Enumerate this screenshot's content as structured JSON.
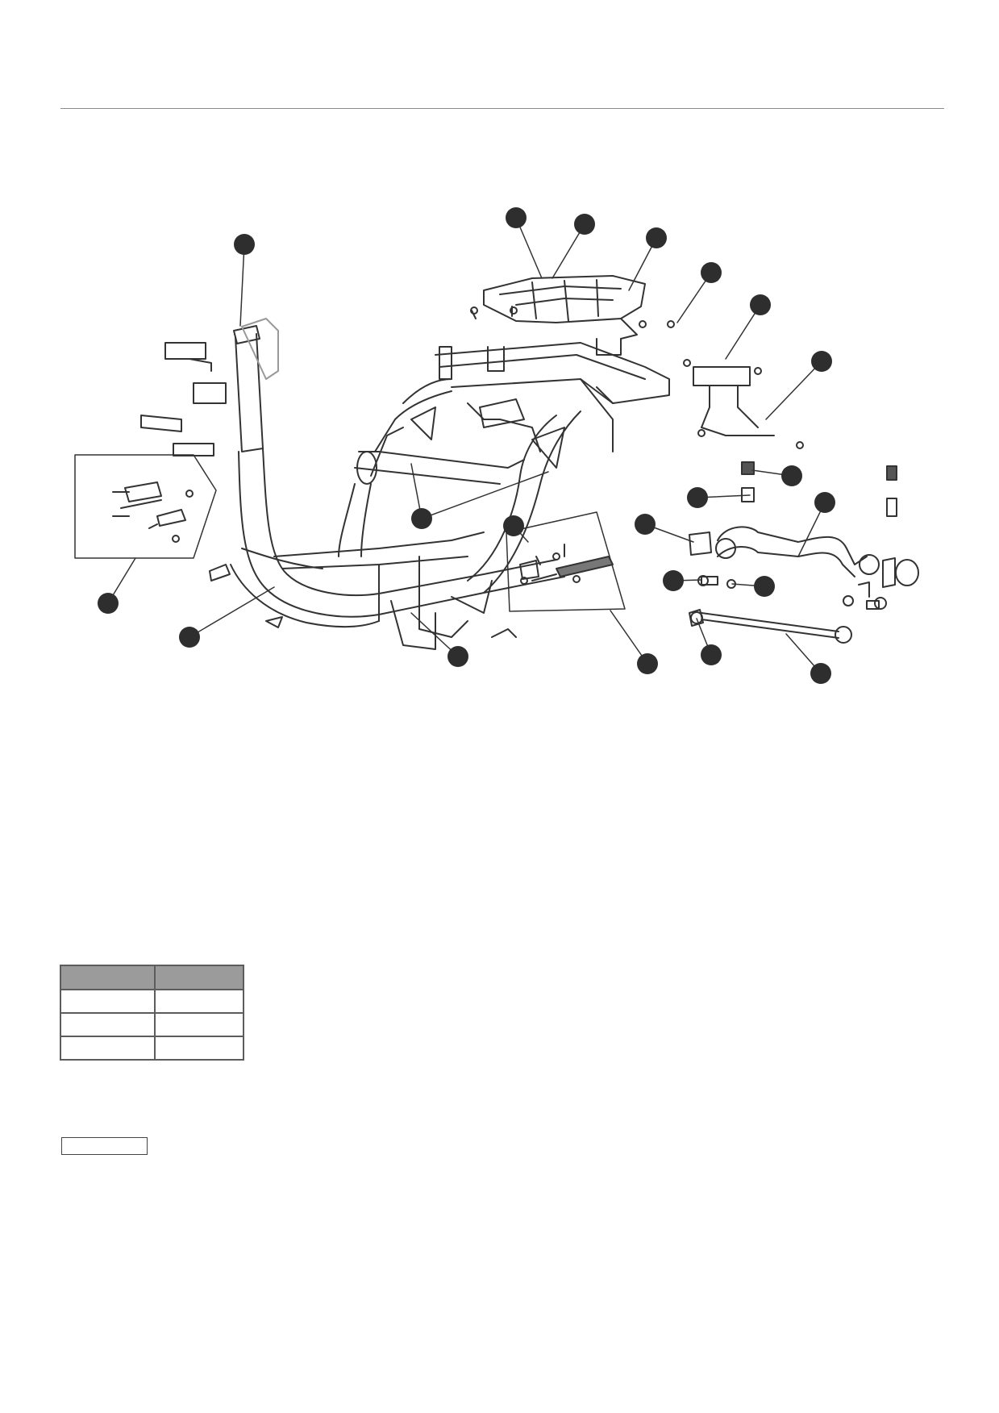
{
  "colors": {
    "callout_fill": "#2e2e2e",
    "line": "#333333",
    "rule": "#8a8a8a",
    "table_header_fill": "#9b9b9b"
  },
  "diagram": {
    "callouts": [
      {
        "id": "callout-1",
        "label": ""
      },
      {
        "id": "callout-2",
        "label": ""
      },
      {
        "id": "callout-3",
        "label": ""
      },
      {
        "id": "callout-4",
        "label": ""
      },
      {
        "id": "callout-5",
        "label": ""
      },
      {
        "id": "callout-6",
        "label": ""
      },
      {
        "id": "callout-7",
        "label": ""
      },
      {
        "id": "callout-8",
        "label": ""
      },
      {
        "id": "callout-9",
        "label": ""
      },
      {
        "id": "callout-10",
        "label": ""
      },
      {
        "id": "callout-11",
        "label": ""
      },
      {
        "id": "callout-12",
        "label": ""
      },
      {
        "id": "callout-13",
        "label": ""
      },
      {
        "id": "callout-14",
        "label": ""
      },
      {
        "id": "callout-15",
        "label": ""
      },
      {
        "id": "callout-16",
        "label": ""
      },
      {
        "id": "callout-17",
        "label": ""
      },
      {
        "id": "callout-18",
        "label": ""
      },
      {
        "id": "callout-19",
        "label": ""
      },
      {
        "id": "callout-20",
        "label": ""
      },
      {
        "id": "callout-21",
        "label": ""
      },
      {
        "id": "callout-22",
        "label": ""
      },
      {
        "id": "callout-23",
        "label": ""
      },
      {
        "id": "callout-24",
        "label": ""
      }
    ]
  },
  "table": {
    "header": [
      "",
      ""
    ],
    "rows": [
      [
        "",
        ""
      ],
      [
        "",
        ""
      ],
      [
        "",
        ""
      ]
    ]
  },
  "note_box": ""
}
